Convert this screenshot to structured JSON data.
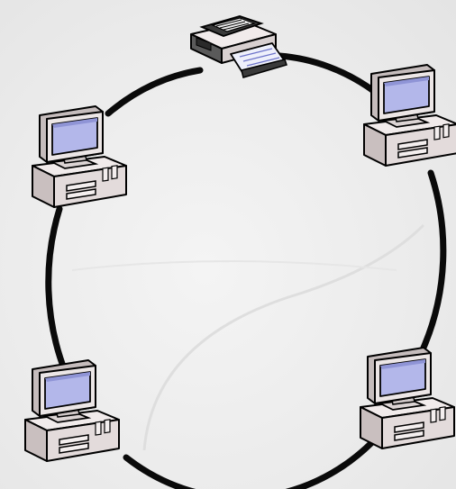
{
  "diagram": {
    "type": "ring-network-topology",
    "nodes": [
      {
        "id": "printer",
        "kind": "printer",
        "icon": "printer-icon"
      },
      {
        "id": "computer-top-right",
        "kind": "computer",
        "icon": "desktop-computer-icon"
      },
      {
        "id": "computer-bottom-right",
        "kind": "computer",
        "icon": "desktop-computer-icon"
      },
      {
        "id": "computer-bottom-left",
        "kind": "computer",
        "icon": "desktop-computer-icon"
      },
      {
        "id": "computer-top-left",
        "kind": "computer",
        "icon": "desktop-computer-icon"
      }
    ],
    "connections": [
      [
        "printer",
        "computer-top-right"
      ],
      [
        "computer-top-right",
        "computer-bottom-right"
      ],
      [
        "computer-bottom-right",
        "computer-bottom-left"
      ],
      [
        "computer-bottom-left",
        "computer-top-left"
      ],
      [
        "computer-top-left",
        "printer"
      ]
    ],
    "colors": {
      "background": "#ececec",
      "ring": "#0a0a0a",
      "screen": "#b3b7ea",
      "casing": "#e6dede",
      "casing_shadow": "#b9b0b0",
      "outline": "#000000"
    }
  }
}
